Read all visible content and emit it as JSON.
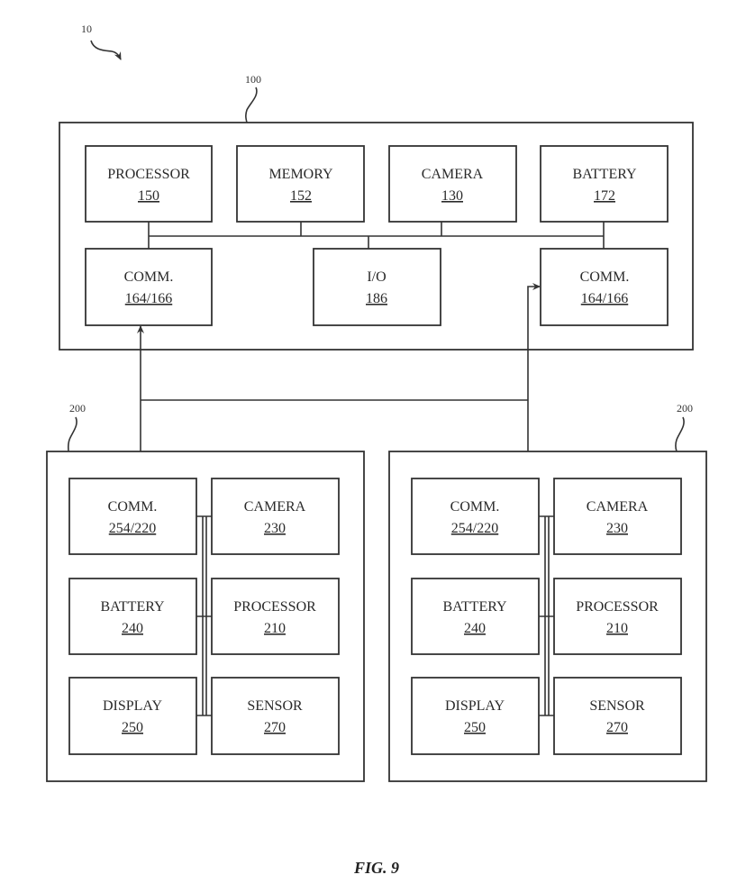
{
  "figure": {
    "system_ref": "10",
    "caption": "FIG. 9"
  },
  "host_device": {
    "ref": "100",
    "components": [
      {
        "id": "processor",
        "label": "PROCESSOR",
        "number": "150"
      },
      {
        "id": "memory",
        "label": "MEMORY",
        "number": "152"
      },
      {
        "id": "camera",
        "label": "CAMERA",
        "number": "130"
      },
      {
        "id": "battery",
        "label": "BATTERY",
        "number": "172"
      },
      {
        "id": "comm-left",
        "label": "COMM.",
        "number": "164/166"
      },
      {
        "id": "io",
        "label": "I/O",
        "number": "186"
      },
      {
        "id": "comm-right",
        "label": "COMM.",
        "number": "164/166"
      }
    ]
  },
  "client_devices": [
    {
      "ref": "200",
      "components": [
        {
          "id": "comm",
          "label": "COMM.",
          "number": "254/220"
        },
        {
          "id": "camera",
          "label": "CAMERA",
          "number": "230"
        },
        {
          "id": "battery",
          "label": "BATTERY",
          "number": "240"
        },
        {
          "id": "processor",
          "label": "PROCESSOR",
          "number": "210"
        },
        {
          "id": "display",
          "label": "DISPLAY",
          "number": "250"
        },
        {
          "id": "sensor",
          "label": "SENSOR",
          "number": "270"
        }
      ]
    },
    {
      "ref": "200",
      "components": [
        {
          "id": "comm",
          "label": "COMM.",
          "number": "254/220"
        },
        {
          "id": "camera",
          "label": "CAMERA",
          "number": "230"
        },
        {
          "id": "battery",
          "label": "BATTERY",
          "number": "240"
        },
        {
          "id": "processor",
          "label": "PROCESSOR",
          "number": "210"
        },
        {
          "id": "display",
          "label": "DISPLAY",
          "number": "250"
        },
        {
          "id": "sensor",
          "label": "SENSOR",
          "number": "270"
        }
      ]
    }
  ]
}
